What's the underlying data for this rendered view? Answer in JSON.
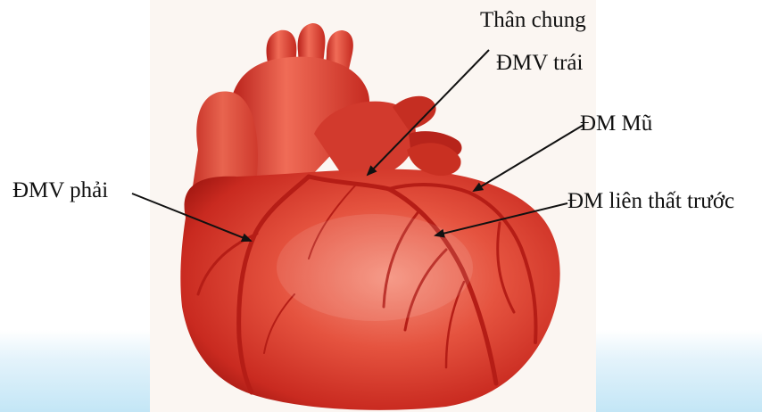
{
  "labels": {
    "than_chung": "Thân chung",
    "dmv_trai": "ĐMV trái",
    "dm_mu": "ĐM Mũ",
    "dmv_phai": "ĐMV phải",
    "dm_lien_that_truoc": "ĐM liên thất trước"
  },
  "colors": {
    "heart_base": "#d7342a",
    "heart_light": "#f07a66",
    "heart_dark": "#9e1713",
    "vessel": "#b51d16",
    "arrow": "#111111",
    "background_band": "#c3e6f6"
  }
}
